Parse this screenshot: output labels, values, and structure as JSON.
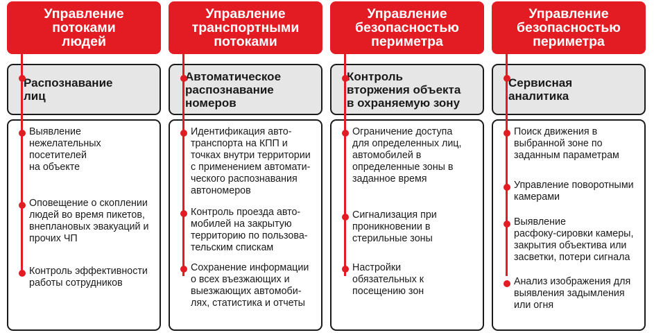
{
  "accent_color": "#e31b23",
  "columns": [
    {
      "header": "Управление\nпотоками\nлюдей",
      "title": "Распознавание\nлиц",
      "items": [
        "Выявление\nнежелательных\nпосетителей\nна объекте",
        "Оповещение о скоплении\nлюдей во время пикетов,\nвнеплановых эвакуаций и\nпрочих ЧП",
        "Контроль эффективности\nработы сотрудников"
      ]
    },
    {
      "header": "Управление\nтранспортными\nпотоками",
      "title": "Автоматическое\nраспознавание\nномеров",
      "items": [
        "Идентификация авто-\nтранспорта на КПП и\nточках внутри территории\nс применением автомати-\nческого распознавания\nавтономеров",
        "Контроль проезда авто-\nмобилей на закрытую\nтерриторию по пользова-\nтельским спискам",
        "Сохранение информации\nо всех въезжающих и\nвыезжающих автомоби-\nлях, статистика и отчеты"
      ]
    },
    {
      "header": "Управление\nбезопасностью\nпериметра",
      "title": "Контроль\nвторжения объекта\nв охраняемую зону",
      "items": [
        "Ограничение доступа\nдля определенных лиц,\nавтомобилей в\nопределенные зоны в\nзаданное время",
        "Сигнализация при\nпроникновении в\nстерильные зоны",
        "Настройки\nобязательных к\nпосещению зон"
      ]
    },
    {
      "header": "Управление\nбезопасностью\nпериметра",
      "title": "Сервисная\nаналитика",
      "items": [
        "Поиск движения в\nвыбранной зоне по\nзаданным параметрам",
        "Управление поворотными\nкамерами",
        "Выявление\nрасфоку-сировки камеры,\nзакрытия объектива или\nзасветки, потери сигнала",
        "Анализ изображения для\nвыявления задымления\nили огня"
      ]
    }
  ]
}
